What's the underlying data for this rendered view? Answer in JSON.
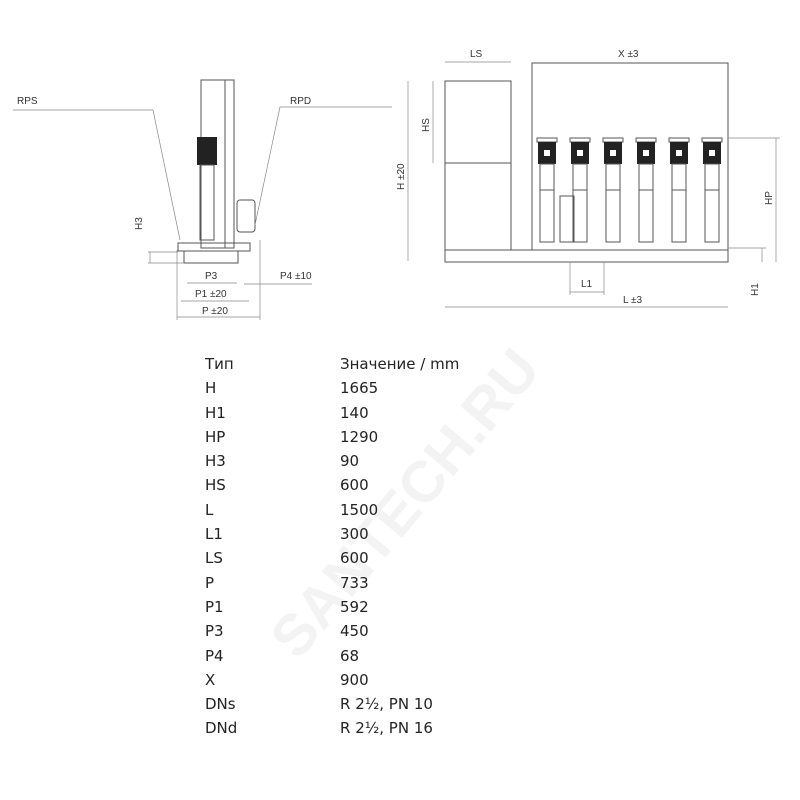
{
  "drawing": {
    "side_view": {
      "rps": "RPS",
      "rpd": "RPD",
      "h3": "H3",
      "p3": "P3",
      "p4": "P4 ±10",
      "p1": "P1 ±20",
      "p": "P ±20"
    },
    "front_view": {
      "ls": "LS",
      "x": "X ±3",
      "hs": "HS",
      "h": "H ±20",
      "hp": "HP",
      "h1": "H1",
      "l1": "L1",
      "l": "L ±3"
    },
    "pump_count": 6
  },
  "table": {
    "headers": [
      "Тип",
      "Значение / mm"
    ],
    "rows": [
      [
        "H",
        "1665"
      ],
      [
        "H1",
        "140"
      ],
      [
        "HP",
        "1290"
      ],
      [
        "H3",
        "90"
      ],
      [
        "HS",
        "600"
      ],
      [
        "L",
        "1500"
      ],
      [
        "L1",
        "300"
      ],
      [
        "LS",
        "600"
      ],
      [
        "P",
        "733"
      ],
      [
        "P1",
        "592"
      ],
      [
        "P3",
        "450"
      ],
      [
        "P4",
        "68"
      ],
      [
        "X",
        "900"
      ],
      [
        "DNs",
        "R 2½, PN 10"
      ],
      [
        "DNd",
        "R 2½, PN 16"
      ]
    ]
  },
  "watermark": "SANTECH.RU"
}
